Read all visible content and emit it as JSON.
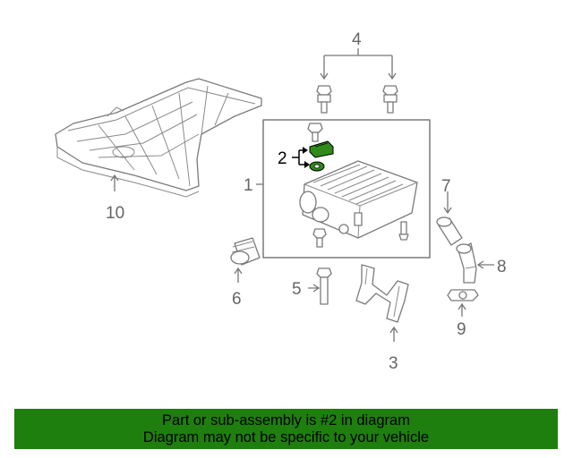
{
  "callouts": [
    "1",
    "2",
    "3",
    "4",
    "5",
    "6",
    "7",
    "8",
    "9",
    "10"
  ],
  "colors": {
    "highlight": "#2f8a1a",
    "banner": "#1e7e0e",
    "line": "#7a7a7a"
  },
  "banner": {
    "line1": "Part or sub-assembly is #2 in diagram",
    "line2": "Diagram may not be specific to your vehicle"
  }
}
